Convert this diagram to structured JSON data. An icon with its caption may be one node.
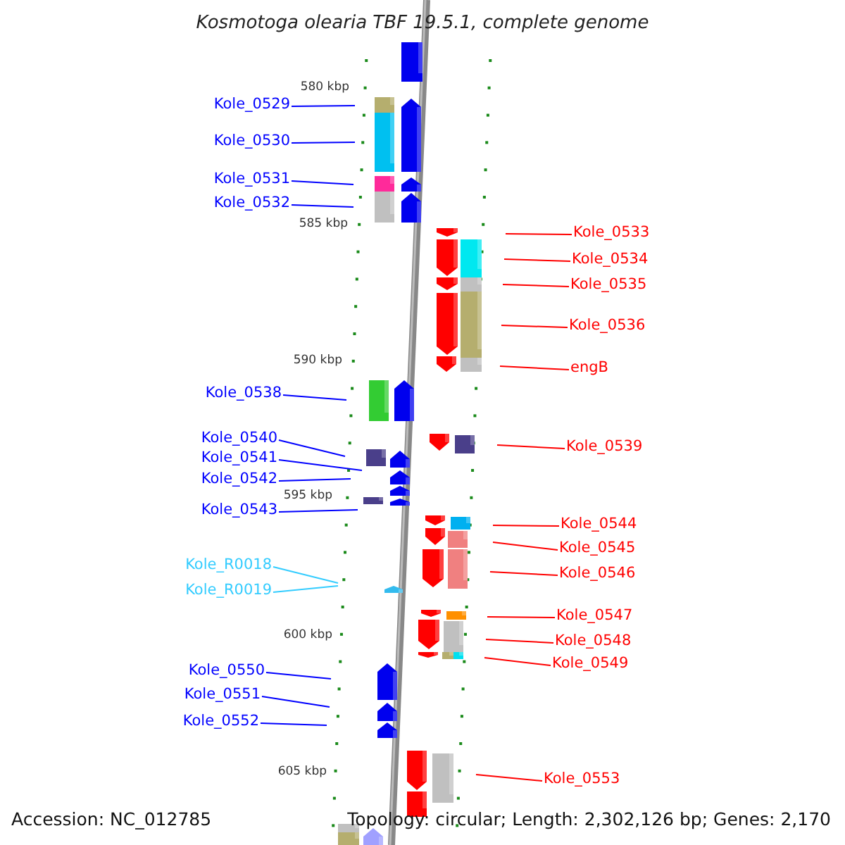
{
  "diagram": {
    "title": "Kosmotoga olearia TBF 19.5.1, complete genome",
    "nodes": [
      {
        "text": [
          "Kole_0529"
        ]
      },
      {
        "text": [
          "Kole_0530"
        ]
      },
      {
        "text": [
          "Kole_0531"
        ]
      },
      {
        "text": [
          "Kole_0532"
        ]
      },
      {
        "text": [
          "Kole_0533"
        ]
      },
      {
        "text": [
          "Kole_0534"
        ]
      },
      {
        "text": [
          "Kole_0535"
        ]
      },
      {
        "text": [
          "Kole_0536"
        ]
      },
      {
        "text": [
          "engB"
        ]
      },
      {
        "text": [
          "Kole_0538"
        ]
      },
      {
        "text": [
          "Kole_0539"
        ]
      },
      {
        "text": [
          "Kole_0540"
        ]
      },
      {
        "text": [
          "Kole_0541"
        ]
      },
      {
        "text": [
          "Kole_0542"
        ]
      },
      {
        "text": [
          "Kole_0543"
        ]
      },
      {
        "text": [
          "Kole_0544"
        ]
      },
      {
        "text": [
          "Kole_0545"
        ]
      },
      {
        "text": [
          "Kole_0546"
        ]
      },
      {
        "text": [
          "Kole_R0018"
        ]
      },
      {
        "text": [
          "Kole_R0019"
        ]
      },
      {
        "text": [
          "Kole_0547"
        ]
      },
      {
        "text": [
          "Kole_0548"
        ]
      },
      {
        "text": [
          "Kole_0549"
        ]
      },
      {
        "text": [
          "Kole_0550"
        ]
      },
      {
        "text": [
          "Kole_0551"
        ]
      },
      {
        "text": [
          "Kole_0552"
        ]
      },
      {
        "text": [
          "Kole_0553"
        ]
      }
    ],
    "edges": [
      {
        "from": 0,
        "to": null,
        "arrow": "none",
        "color": "#0000ff"
      },
      {
        "from": 1,
        "to": null,
        "arrow": "none",
        "color": "#0000ff"
      },
      {
        "from": 2,
        "to": null,
        "arrow": "none",
        "color": "#0000ff"
      },
      {
        "from": 3,
        "to": null,
        "arrow": "none",
        "color": "#0000ff"
      },
      {
        "from": 4,
        "to": null,
        "arrow": "none"
      },
      {
        "from": 5,
        "to": null,
        "arrow": "none"
      },
      {
        "from": 6,
        "to": null,
        "arrow": "none"
      },
      {
        "from": 7,
        "to": null,
        "arrow": "none"
      },
      {
        "from": 8,
        "to": null,
        "arrow": "none"
      },
      {
        "from": 9,
        "to": null,
        "arrow": "none",
        "color": "#0000ff"
      },
      {
        "from": 10,
        "to": null,
        "arrow": "none"
      },
      {
        "from": 11,
        "to": null,
        "arrow": "none",
        "color": "#0000ff"
      },
      {
        "from": 12,
        "to": null,
        "arrow": "none",
        "color": "#0000ff"
      },
      {
        "from": 13,
        "to": null,
        "arrow": "none",
        "color": "#0000ff"
      },
      {
        "from": 14,
        "to": null,
        "arrow": "none",
        "color": "#0000ff"
      },
      {
        "from": 15,
        "to": null,
        "arrow": "none"
      },
      {
        "from": 16,
        "to": null,
        "arrow": "none"
      },
      {
        "from": 17,
        "to": null,
        "arrow": "none"
      },
      {
        "from": 18,
        "to": null,
        "arrow": "none",
        "color": "#33ccff"
      },
      {
        "from": 19,
        "to": null,
        "arrow": "none",
        "color": "#33ccff"
      },
      {
        "from": 20,
        "to": null,
        "arrow": "none"
      },
      {
        "from": 21,
        "to": null,
        "arrow": "none"
      },
      {
        "from": 22,
        "to": null,
        "arrow": "none"
      },
      {
        "from": 23,
        "to": null,
        "arrow": "none",
        "color": "#0000ff"
      },
      {
        "from": 24,
        "to": null,
        "arrow": "none",
        "color": "#0000ff"
      },
      {
        "from": 25,
        "to": null,
        "arrow": "none",
        "color": "#0000ff"
      },
      {
        "from": 26,
        "to": null,
        "arrow": "none"
      }
    ],
    "labels": [
      "580 kbp",
      "585 kbp",
      "590 kbp",
      "595 kbp",
      "600 kbp",
      "605 kbp",
      "Accession: NC_012785",
      "Topology: circular; Length: 2,302,126 bp; Genes: 2,170"
    ]
  }
}
